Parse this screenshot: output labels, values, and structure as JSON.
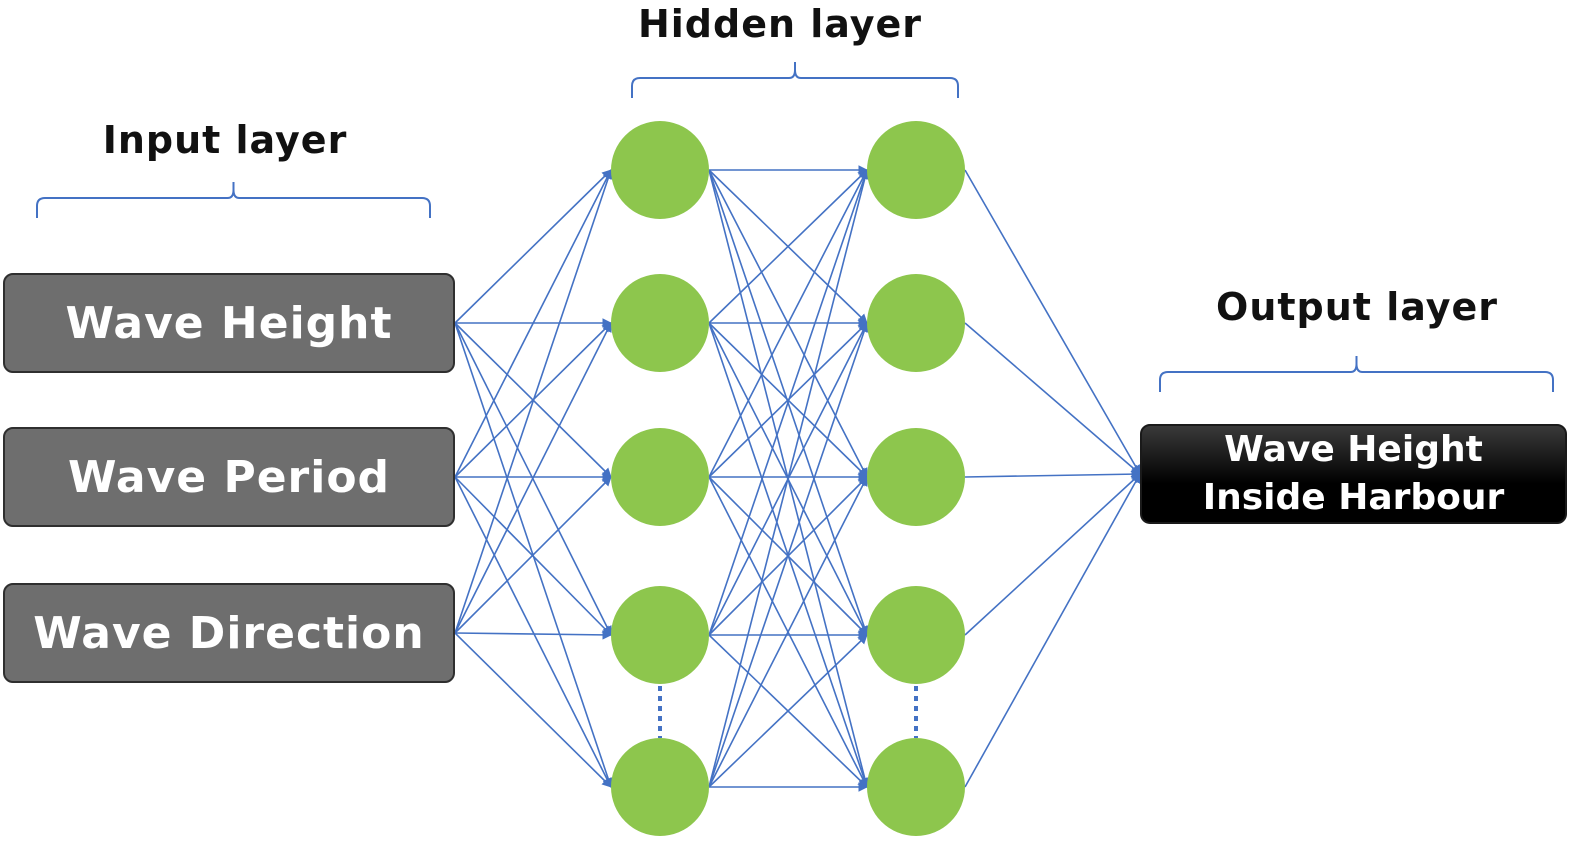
{
  "titles": {
    "input": "Input layer",
    "hidden": "Hidden layer",
    "output": "Output layer"
  },
  "inputs": [
    {
      "label": "Wave Height"
    },
    {
      "label": "Wave Period"
    },
    {
      "label": "Wave Direction"
    }
  ],
  "output": {
    "line1": "Wave Height",
    "line2": "Inside Harbour"
  },
  "colors": {
    "node": "#8dc64d",
    "connection": "#4472c4",
    "bracket": "#4472c4",
    "input_box": "#6e6e6e",
    "output_box": "#000000"
  }
}
